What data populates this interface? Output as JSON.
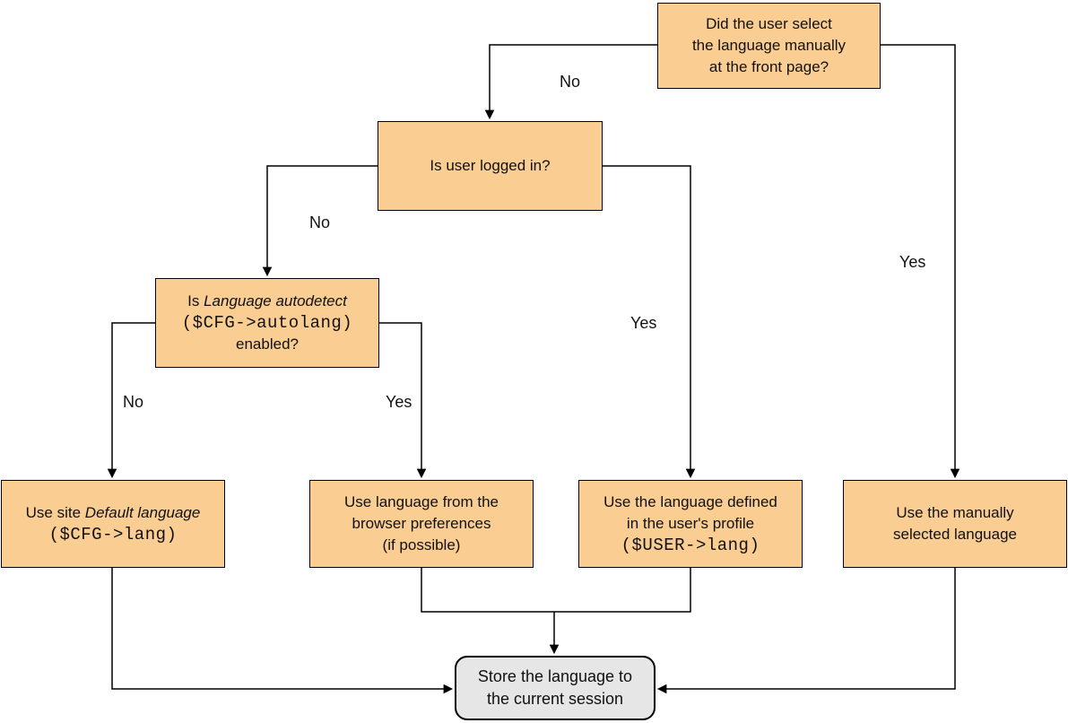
{
  "diagram": {
    "type": "flowchart",
    "topic": "Language selection for the session",
    "colors": {
      "decision_fill": "#FACD92",
      "terminal_fill": "#E6E6E6",
      "border": "#000000",
      "line": "#000000"
    },
    "nodes": {
      "q_manual": {
        "lines": [
          "Did the user select",
          "the language manually",
          "at the front page?"
        ]
      },
      "q_logged": {
        "label": "Is user logged in?"
      },
      "q_autodetect": {
        "line1_prefix": "Is ",
        "line1_italic": "Language autodetect",
        "line2_code": "($CFG->autolang)",
        "line3": "enabled?"
      },
      "u_default": {
        "line1_prefix": "Use site ",
        "line1_italic": "Default language",
        "line2_code": "($CFG->lang)"
      },
      "u_browser": {
        "lines": [
          "Use language from the",
          "browser preferences",
          "(if possible)"
        ]
      },
      "u_profile": {
        "line1": "Use the language defined",
        "line2": "in the user's profile",
        "line3_code": "($USER->lang)"
      },
      "u_manual": {
        "lines": [
          "Use the manually",
          "selected language"
        ]
      },
      "store": {
        "lines": [
          "Store the language to",
          "the current session"
        ]
      }
    },
    "edge_labels": {
      "no_manual": "No",
      "yes_manual": "Yes",
      "no_logged": "No",
      "yes_logged": "Yes",
      "no_autodetect": "No",
      "yes_autodetect": "Yes"
    }
  }
}
